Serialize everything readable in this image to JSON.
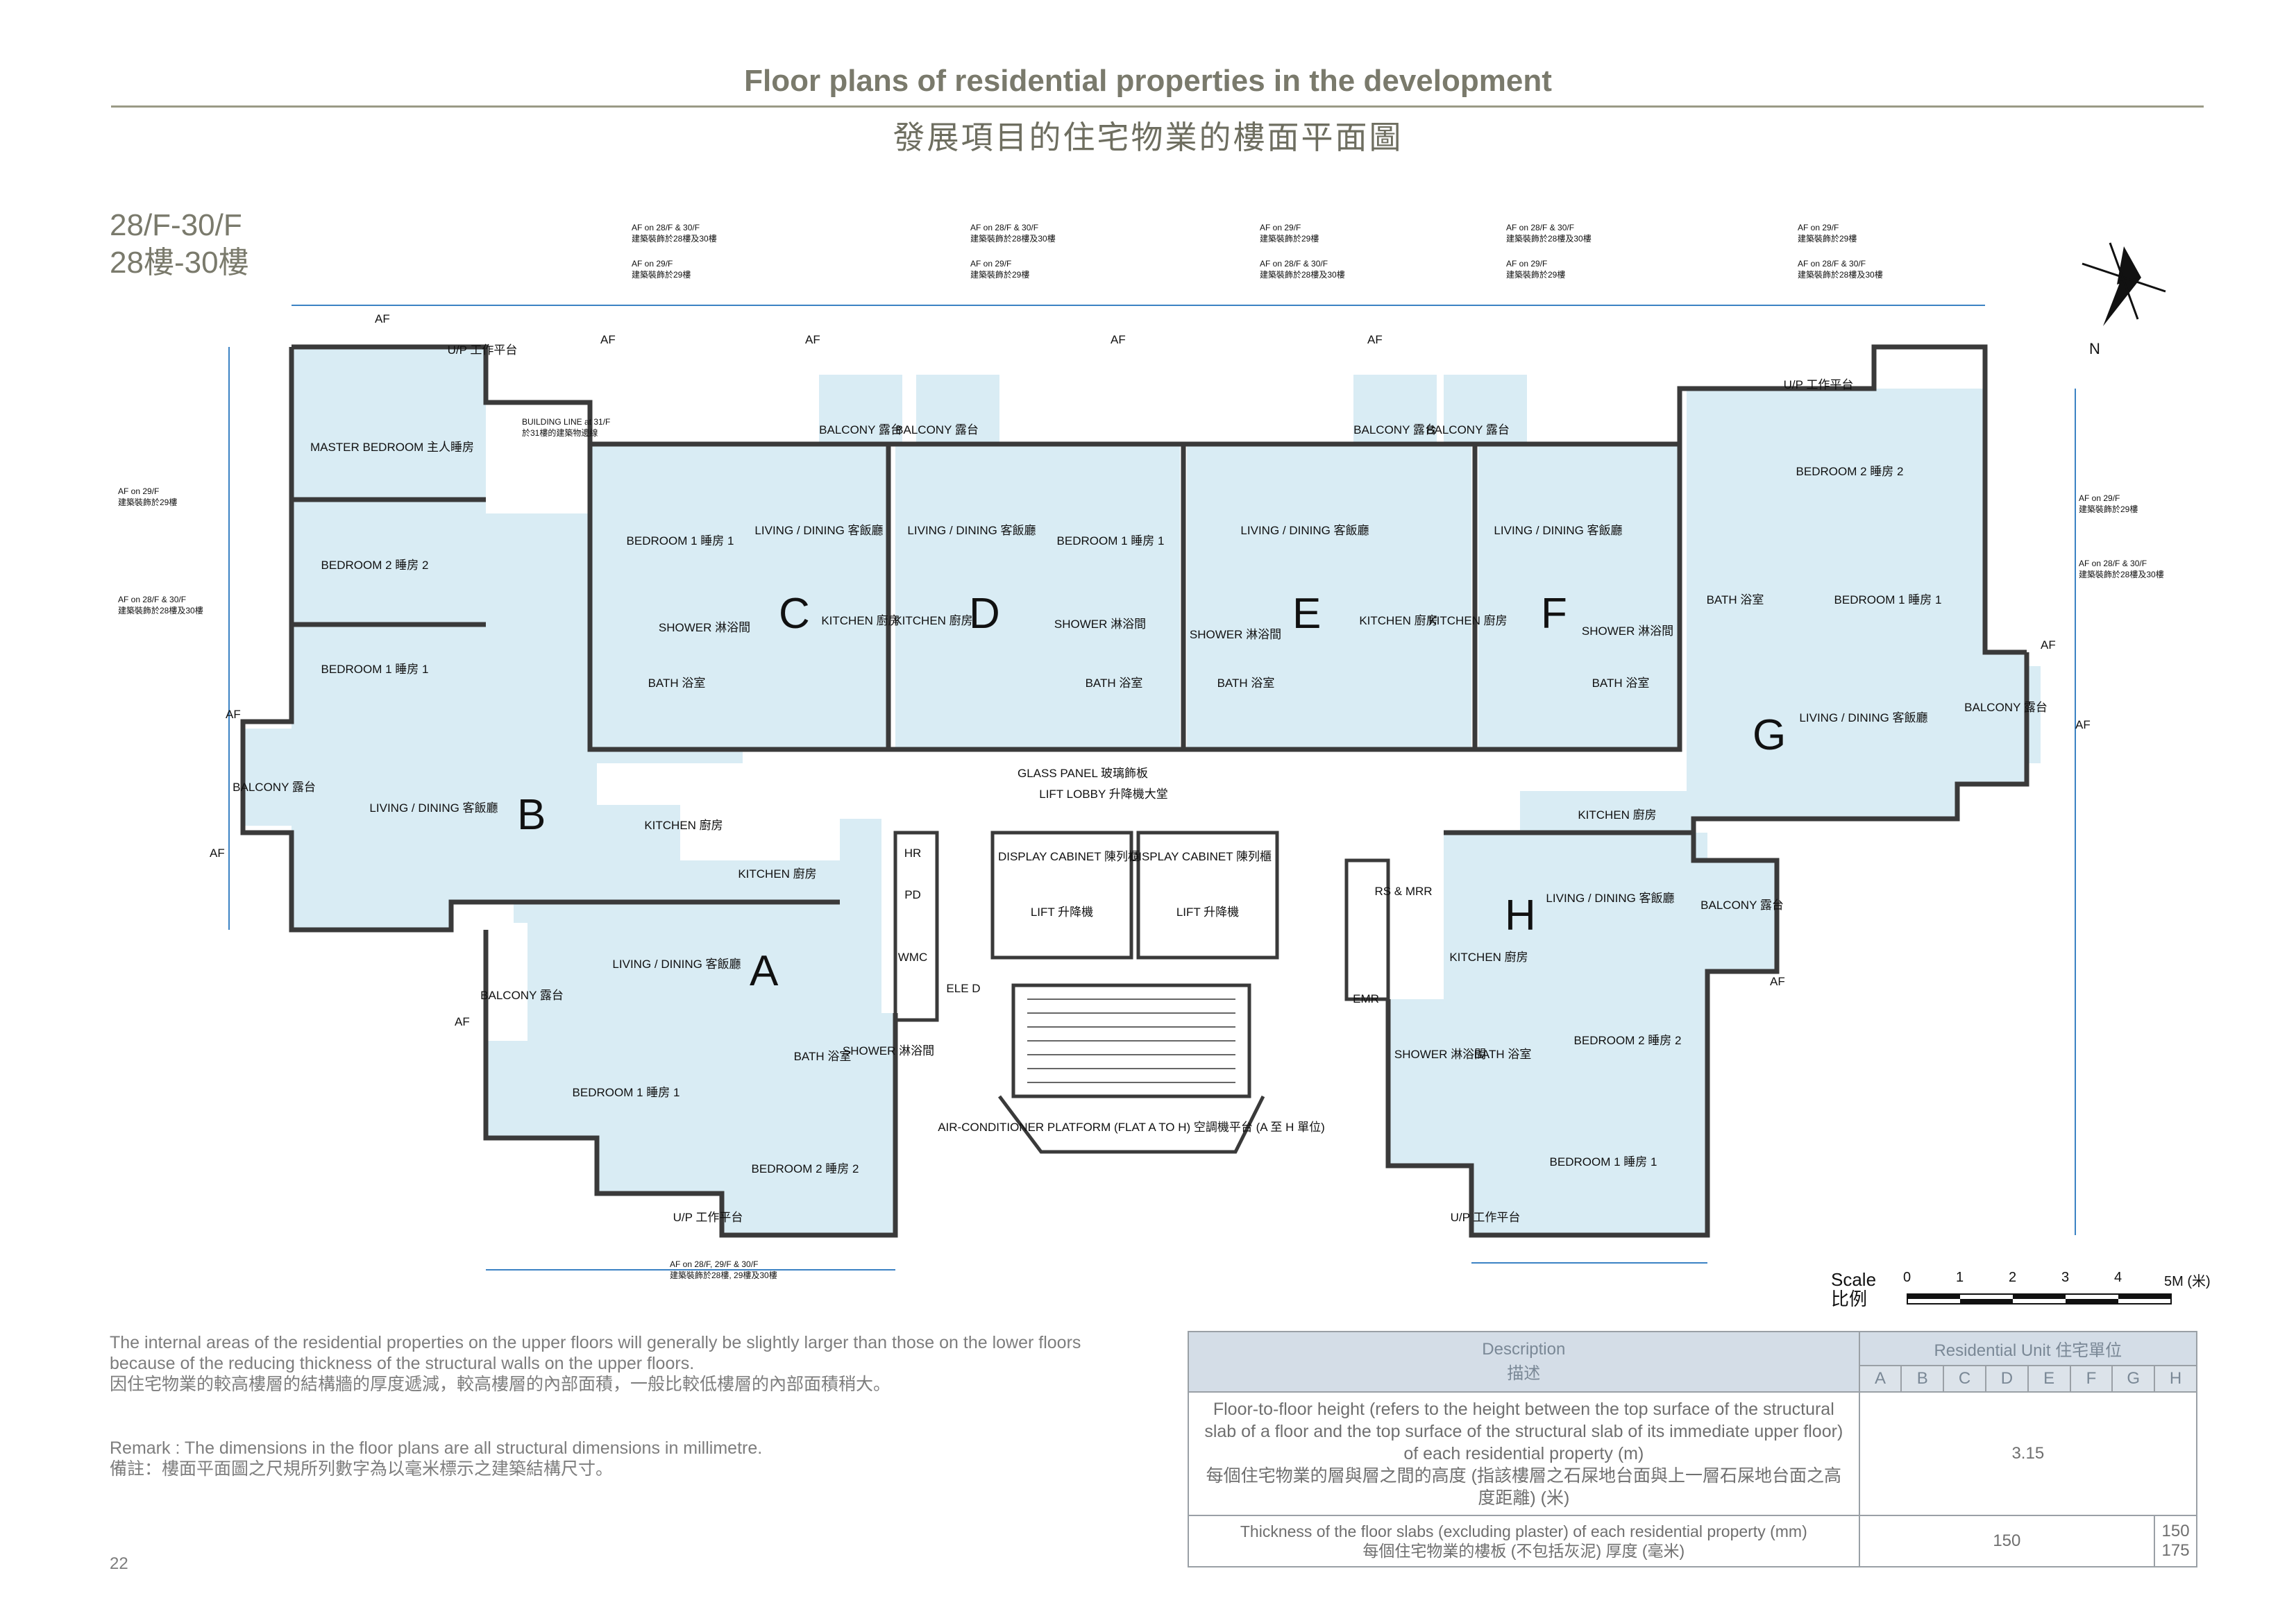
{
  "header": {
    "title_en": "Floor plans of residential properties in the development",
    "title_zh": "發展項目的住宅物業的樓面平面圖"
  },
  "floor": {
    "label_en": "28/F-30/F",
    "label_zh": "28樓-30樓"
  },
  "north_label": "N",
  "units": [
    "A",
    "B",
    "C",
    "D",
    "E",
    "F",
    "G",
    "H"
  ],
  "rooms": [
    "MASTER BEDROOM 主人睡房",
    "BEDROOM 2 睡房 2",
    "BEDROOM 1 睡房 1",
    "LIVING / DINING 客飯廳",
    "KITCHEN 廚房",
    "BATH 浴室",
    "SHOWER 淋浴間",
    "BALCONY 露台",
    "U/P 工作平台",
    "LIFT 升降機",
    "DISPLAY CABINET 陳列櫃",
    "LIFT LOBBY 升降機大堂",
    "GLASS PANEL 玻璃飾板",
    "HR",
    "PD",
    "WMC",
    "ELE D",
    "RS & MRR",
    "EMR",
    "AIR-CONDITIONER PLATFORM (FLAT A TO H) 空調機平台 (A 至 H 單位)"
  ],
  "annotations": {
    "af": "AF",
    "af_29": "AF on 29/F",
    "af_29_zh": "建築裝飾於29樓",
    "af_28_30": "AF on 28/F & 30/F",
    "af_28_30_zh": "建築裝飾於28樓及30樓",
    "af_28_29_30": "AF on 28/F, 29/F & 30/F",
    "af_28_29_30_zh": "建築裝飾於28樓, 29樓及30樓",
    "building_line": "BUILDING LINE at 31/F",
    "building_line_zh": "於31樓的建築物邊線"
  },
  "scale": {
    "label_en": "Scale",
    "label_zh": "比例",
    "ticks": [
      "0",
      "1",
      "2",
      "3",
      "4",
      "5M (米)"
    ]
  },
  "remarks": {
    "internal_en": "The internal areas of the residential properties on the upper floors will generally be slightly larger than those on the lower floors because of the reducing thickness of the structural walls on the upper floors.",
    "internal_zh": "因住宅物業的較高樓層的結構牆的厚度遞減，較高樓層的內部面積，一般比較低樓層的內部面積稍大。",
    "dims_en": "Remark : The dimensions in the floor plans are all structural dimensions in millimetre.",
    "dims_zh": "備註：樓面平面圖之尺規所列數字為以毫米標示之建築結構尺寸。"
  },
  "table": {
    "col_desc_en": "Description",
    "col_desc_zh": "描述",
    "col_units": "Residential Unit 住宅單位",
    "unit_cols": [
      "A",
      "B",
      "C",
      "D",
      "E",
      "F",
      "G",
      "H"
    ],
    "row1_en": "Floor-to-floor height  (refers to the height between the top surface of the structural slab of a floor and the top surface of the structural slab of its immediate upper floor) of each residential property (m)",
    "row1_zh": "每個住宅物業的層與層之間的高度 (指該樓層之石屎地台面與上一層石屎地台面之高度距離) (米)",
    "row1_value": "3.15",
    "row2_en": "Thickness of the floor slabs (excluding plaster)  of each residential property (mm)",
    "row2_zh": "每個住宅物業的樓板 (不包括灰泥) 厚度 (毫米)",
    "row2_value_ag": "150",
    "row2_value_h1": "150",
    "row2_value_h2": "175"
  },
  "page_number": "22",
  "colors": {
    "unit_fill": "#d9ecf4",
    "wall": "#3a3a3a",
    "header_rule": "#9a9a86",
    "table_header": "#d4dde7"
  }
}
